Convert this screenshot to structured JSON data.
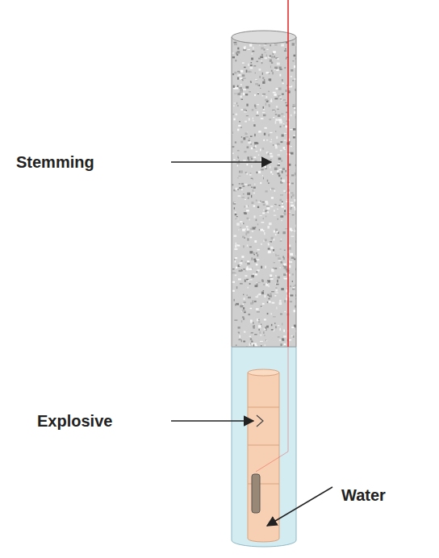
{
  "diagram": {
    "labels": [
      "Stemming",
      "Explosive",
      "Water"
    ]
  }
}
